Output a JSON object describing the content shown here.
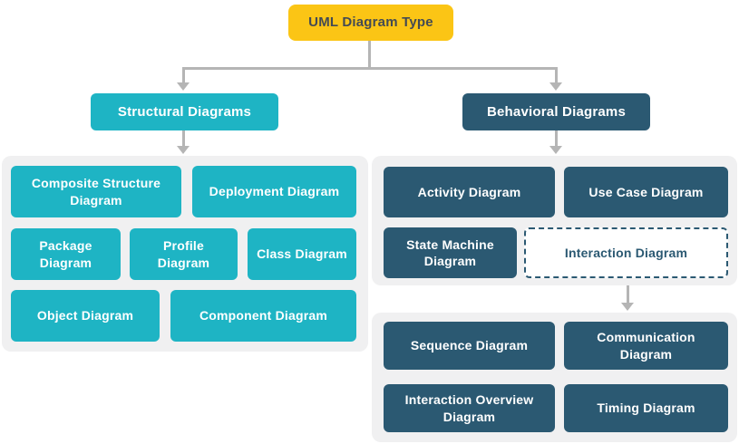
{
  "title": "UML Diagram Type hierarchy",
  "colors": {
    "root_bg": "#FBC515",
    "root_text": "#434A54",
    "structural_bg": "#1EB4C4",
    "behavioral_bg": "#2B5972",
    "group_bg": "#F0F0F1",
    "connector": "#B5B5B5",
    "node_text": "#FFFFFF"
  },
  "root": {
    "label": "UML Diagram Type"
  },
  "structural": {
    "label": "Structural Diagrams",
    "children": [
      "Composite Structure Diagram",
      "Deployment Diagram",
      "Package Diagram",
      "Profile Diagram",
      "Class Diagram",
      "Object Diagram",
      "Component Diagram"
    ]
  },
  "behavioral": {
    "label": "Behavioral Diagrams",
    "children": [
      "Activity Diagram",
      "Use Case Diagram",
      "State Machine Diagram",
      "Interaction Diagram"
    ]
  },
  "interaction_children": [
    "Sequence Diagram",
    "Communication Diagram",
    "Interaction Overview Diagram",
    "Timing Diagram"
  ]
}
